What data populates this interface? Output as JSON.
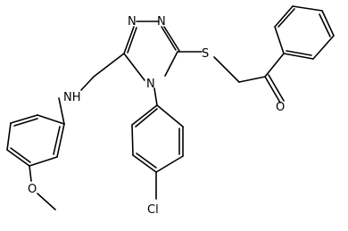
{
  "structure": {
    "atoms": {
      "n_triazole_1": "N",
      "n_triazole_2": "N",
      "n_triazole_4": "N",
      "n_amine": "NH",
      "s_thioether": "S",
      "o_ketone": "O",
      "o_methoxy": "O",
      "cl": "Cl"
    }
  }
}
